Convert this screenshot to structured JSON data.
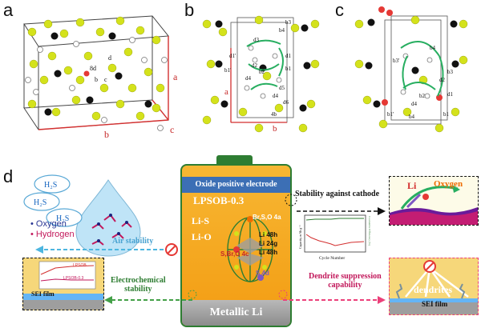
{
  "panel_labels": {
    "a": "a",
    "b": "b",
    "c": "c",
    "d": "d"
  },
  "panel_a": {
    "axis_a": "a",
    "axis_b": "b",
    "axis_c": "c",
    "sites": {
      "s8d": "8d",
      "sb": "b",
      "sc": "c",
      "sd": "d"
    }
  },
  "panel_b": {
    "axis_a": "a",
    "axis_b": "b",
    "sites": {
      "d3": "d3",
      "b3": "b3",
      "d1p": "d1'",
      "b1p": "b1'",
      "d2": "d2",
      "d1": "d1",
      "b2": "b2",
      "b1": "b1",
      "d4": "d4",
      "d5": "d5",
      "d6": "d6",
      "b4": "b4",
      "d4b": "d4",
      "ob": "4b"
    }
  },
  "panel_c": {
    "sites": {
      "b3p": "b3'",
      "b4": "b4",
      "b3": "b3",
      "d2": "d2",
      "d1": "d1",
      "b2": "b2",
      "d4": "d4",
      "b1p": "b1'",
      "b1": "b1",
      "b4b": "b4"
    }
  },
  "panel_d": {
    "molecules": [
      "H₂S",
      "H₂S",
      "H₂S"
    ],
    "legend": {
      "oxygen": "• Oxygen",
      "hydrogen": "• Hydrogen"
    },
    "air_stability": "Air stability",
    "battery": {
      "cathode": "Oxide positive electrode",
      "electrolyte": "LPSOB-0.3",
      "li_s": "Li-S",
      "li_o": "Li-O",
      "anode": "Metallic Li",
      "sites": {
        "br_s_o_4a": "Br,S,O 4a",
        "li48h_a": "Li 48h",
        "li24g": "Li 24g",
        "li48h_b": "Li 48h",
        "s_br_o_4c": "S,Br,O 4c",
        "s4d": "S 4d"
      }
    },
    "stability_cathode": "Stability against cathode",
    "right_top": {
      "li": "Li",
      "oxygen": "Oxygen"
    },
    "cycle_chart": {
      "xlabel": "Cycle Number",
      "ylabel": "Capacity mAh g⁻¹",
      "y2label": "Coulombic Efficiency (%)"
    },
    "electrochem": "Electrochemical\nstability",
    "sei_left": "SEI film",
    "dendrite_text": "Dendrite suppression\ncapability",
    "dendrites": "dendrites",
    "sei_right": "SEI film",
    "left_chart": {
      "series1": "LPSOB",
      "series2": "LPSOB-0.3"
    }
  }
}
